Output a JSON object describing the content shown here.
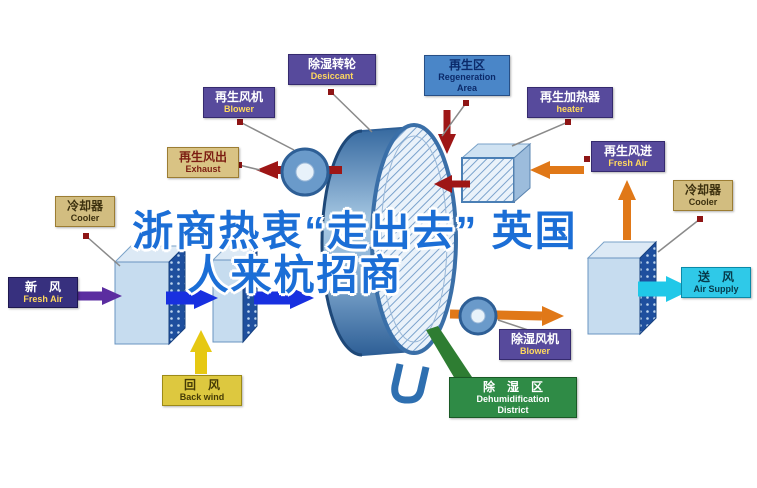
{
  "headline": {
    "line1": "浙商热衷“走出去” 英国",
    "line2": "人来杭招商"
  },
  "diagram": {
    "labels": {
      "desiccant": {
        "zh": "除湿转轮",
        "en": "Desiccant"
      },
      "regen_area": {
        "zh": "再生区",
        "en": "Regeneration Area"
      },
      "regen_blower": {
        "zh": "再生风机",
        "en": "Blower"
      },
      "regen_heater": {
        "zh": "再生加热器",
        "en": "heater"
      },
      "exhaust": {
        "zh": "再生风出",
        "en": "Exhaust"
      },
      "regen_fresh_air": {
        "zh": "再生风进",
        "en": "Fresh Air"
      },
      "cooler_left": {
        "zh": "冷却器",
        "en": "Cooler"
      },
      "cooler_right": {
        "zh": "冷却器",
        "en": "Cooler"
      },
      "fresh_air": {
        "zh": "新　风",
        "en": "Fresh Air"
      },
      "back_wind": {
        "zh": "回　风",
        "en": "Back wind"
      },
      "air_supply": {
        "zh": "送　风",
        "en": "Air Supply"
      },
      "dehumid_blower": {
        "zh": "除湿风机",
        "en": "Blower"
      },
      "dehumid_district": {
        "zh": "除　湿　区",
        "en_line1": "Dehumidification",
        "en_line2": "District"
      }
    },
    "colors": {
      "headline_blue": "#1b6ed6",
      "rotor_blue": "#3a6fa8",
      "arrow_red": "#9e1616",
      "arrow_orange": "#e07818",
      "arrow_blue": "#1830e0",
      "arrow_yellow": "#e6c812",
      "arrow_cyan": "#20c8e8",
      "arrow_purple": "#5b2da0",
      "arrow_green": "#2e7d32"
    }
  }
}
